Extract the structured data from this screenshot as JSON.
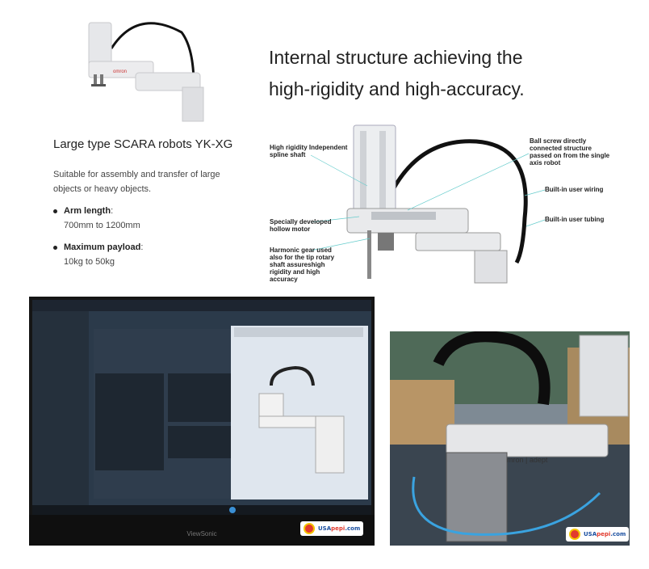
{
  "product": {
    "title": "Large type SCARA robots YK-XG",
    "description": "Suitable for assembly and transfer of large objects or heavy objects.",
    "specs": [
      {
        "label": "Arm length",
        "value": "700mm to 1200mm"
      },
      {
        "label": "Maximum payload",
        "value": "10kg to 50kg"
      }
    ]
  },
  "headline": {
    "line1": "Internal structure achieving the",
    "line2": "high-rigidity and high-accuracy."
  },
  "diagram": {
    "callouts": [
      "High rigidity Independent spline shaft",
      "Specially developed hollow motor",
      "Harmonic gear used also for the tip rotary shaft assureshigh rigidity and high accuracy",
      "Ball screw directly connected structure passed on from the single axis robot",
      "Built-in user wiring",
      "Built-in user tubing"
    ]
  },
  "photos": {
    "robot_brand": "omron",
    "robot_brand_suffix": "adept",
    "monitor_brand": "ViewSonic",
    "watermark_prefix": "USA",
    "watermark_mid": "pepi",
    "watermark_suffix": ".com"
  },
  "colors": {
    "robot_body": "#e9eaec",
    "cable": "#111111",
    "watermark_blue": "#1a4fa0",
    "watermark_red": "#e23b2e"
  }
}
